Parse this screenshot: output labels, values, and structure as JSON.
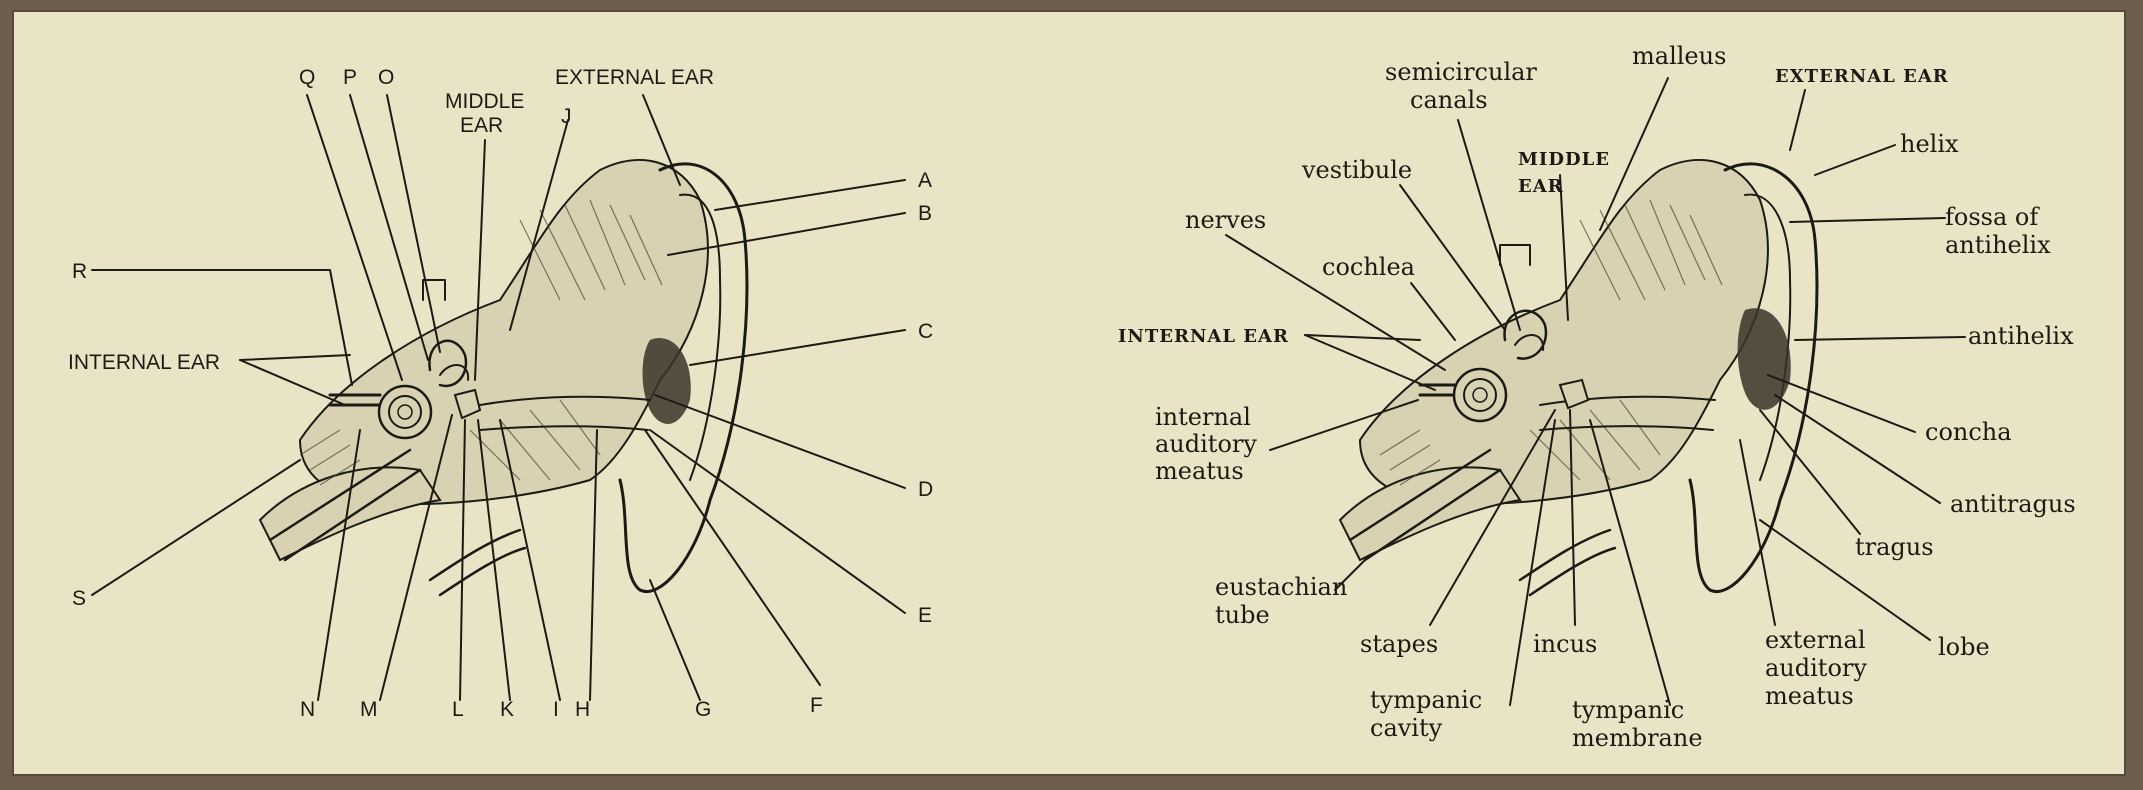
{
  "left_diagram": {
    "labels": {
      "Q": "Q",
      "P": "P",
      "O": "O",
      "middle_ear": "MIDDLE EAR",
      "external_ear": "EXTERNAL EAR",
      "J": "J",
      "A": "A",
      "B": "B",
      "C": "C",
      "D": "D",
      "E": "E",
      "F": "F",
      "G": "G",
      "H": "H",
      "I": "I",
      "K": "K",
      "L": "L",
      "M": "M",
      "N": "N",
      "R": "R",
      "S": "S",
      "internal_ear": "INTERNAL EAR"
    }
  },
  "right_diagram": {
    "labels": {
      "semicircular_canals": "semicircular canals",
      "malleus": "malleus",
      "external_ear": "EXTERNAL EAR",
      "helix": "helix",
      "vestibule": "vestibule",
      "middle_ear": "MIDDLE EAR",
      "fossa_of_antihelix": "fossa of antihelix",
      "nerves": "nerves",
      "cochlea": "cochlea",
      "internal_ear": "INTERNAL EAR",
      "antihelix": "antihelix",
      "internal_auditory_meatus": "internal auditory meatus",
      "concha": "concha",
      "antitragus": "antitragus",
      "tragus": "tragus",
      "eustachian_tube": "eustachian tube",
      "stapes": "stapes",
      "incus": "incus",
      "external_auditory_meatus": "external auditory meatus",
      "lobe": "lobe",
      "tympanic_cavity": "tympanic cavity",
      "tympanic_membrane": "tympanic membrane"
    }
  },
  "colors": {
    "frame": "#6e5e4e",
    "paper": "#e9e4c6",
    "ink": "#1c1a14"
  }
}
